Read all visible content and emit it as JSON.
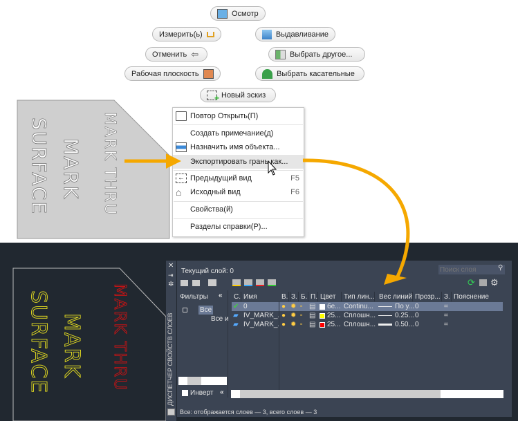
{
  "marking_menu": {
    "inspect": "Осмотр",
    "measure": "Измерить(ь)",
    "extrude": "Выдавливание",
    "undo": "Отменить",
    "select_other": "Выбрать другое...",
    "work_plane": "Рабочая плоскость",
    "select_tangent": "Выбрать касательные",
    "new_sketch": "Новый эскиз"
  },
  "context_menu": {
    "items": [
      {
        "label": "Повтор Открыть(П)",
        "shortcut": ""
      },
      {
        "label": "Создать примечание(д)",
        "shortcut": ""
      },
      {
        "label": "Назначить имя объекта...",
        "shortcut": ""
      },
      {
        "label": "Экспортировать грань как...",
        "shortcut": ""
      },
      {
        "label": "Предыдущий вид",
        "shortcut": "F5"
      },
      {
        "label": "Исходный вид",
        "shortcut": "F6"
      },
      {
        "label": "Свойства(й)",
        "shortcut": ""
      },
      {
        "label": "Разделы справки(Р)...",
        "shortcut": ""
      }
    ]
  },
  "part_text": {
    "thru": "MARK THRU",
    "mark": "MARK",
    "surface": "SURFACE"
  },
  "layer_panel": {
    "palette_title": "ДИСПЕТЧЕР СВОЙСТВ СЛОЕВ",
    "current_layer": "Текущий слой: 0",
    "search_placeholder": "Поиск слоя",
    "filters_label": "Фильтры",
    "filter_all": "Все",
    "filter_all_used": "Все ис",
    "invert_label": "Инверт",
    "columns": [
      "С.",
      "Имя",
      "В.",
      "З.",
      "Б.",
      "П.",
      "Цвет",
      "Тип лин...",
      "Вес линий",
      "Прозр...",
      "З.",
      "Пояснение"
    ],
    "rows": [
      {
        "name": "0",
        "color_label": "бе...",
        "color": "#ffffff",
        "linetype": "Continu...",
        "lineweight": "По у...",
        "transparency": "0",
        "current": true
      },
      {
        "name": "IV_MARK_...",
        "color_label": "25...",
        "color": "#ffff00",
        "linetype": "Сплошн...",
        "lineweight": "0.25...",
        "transparency": "0",
        "current": false
      },
      {
        "name": "IV_MARK_...",
        "color_label": "25...",
        "color": "#ff0000",
        "linetype": "Сплошн...",
        "lineweight": "0.50...",
        "transparency": "0",
        "current": false
      }
    ],
    "status": "Все: отображается слоев — 3, всего слоев — 3"
  },
  "colors": {
    "accent": "#f5a800",
    "dark_bg": "#212830",
    "panel_bg": "#3b4453",
    "selected_row": "#6b7a96"
  }
}
